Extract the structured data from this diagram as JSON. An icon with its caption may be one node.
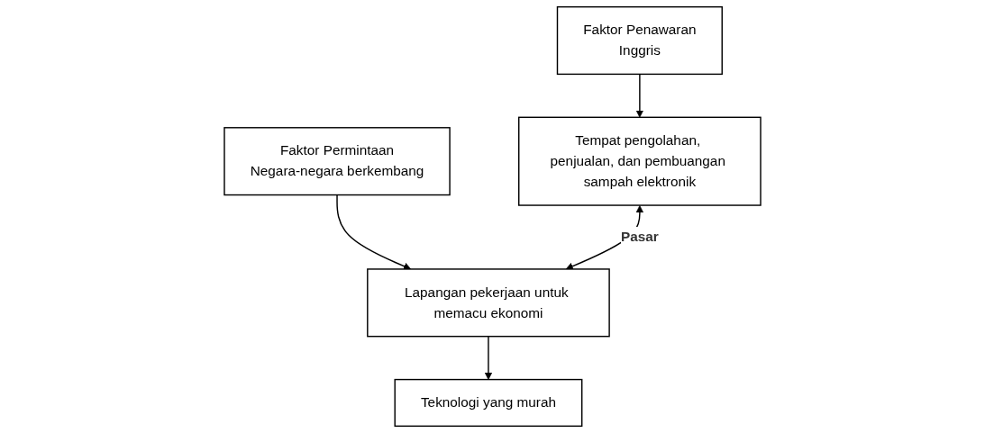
{
  "diagram": {
    "nodes": [
      {
        "text": [
          "Faktor Penawaran",
          "Inggris"
        ]
      },
      {
        "text": [
          "Tempat pengolahan, penjualan, dan pembuangan sampah elektronik"
        ]
      },
      {
        "text": [
          "Faktor Permintaan",
          "Negara-negara berkembang"
        ]
      },
      {
        "text": [
          "Lapangan pekerjaan untuk memacu ekonomi"
        ]
      },
      {
        "text": [
          "Teknologi yang murah"
        ]
      }
    ],
    "edges": [
      {
        "from": 0,
        "to": 1,
        "arrow": "to"
      },
      {
        "from": 2,
        "to": 3,
        "arrow": "to"
      },
      {
        "from": 3,
        "to": 4,
        "arrow": "to"
      },
      {
        "from": 1,
        "to": 3,
        "arrow": "both",
        "label": "Pasar"
      }
    ]
  }
}
